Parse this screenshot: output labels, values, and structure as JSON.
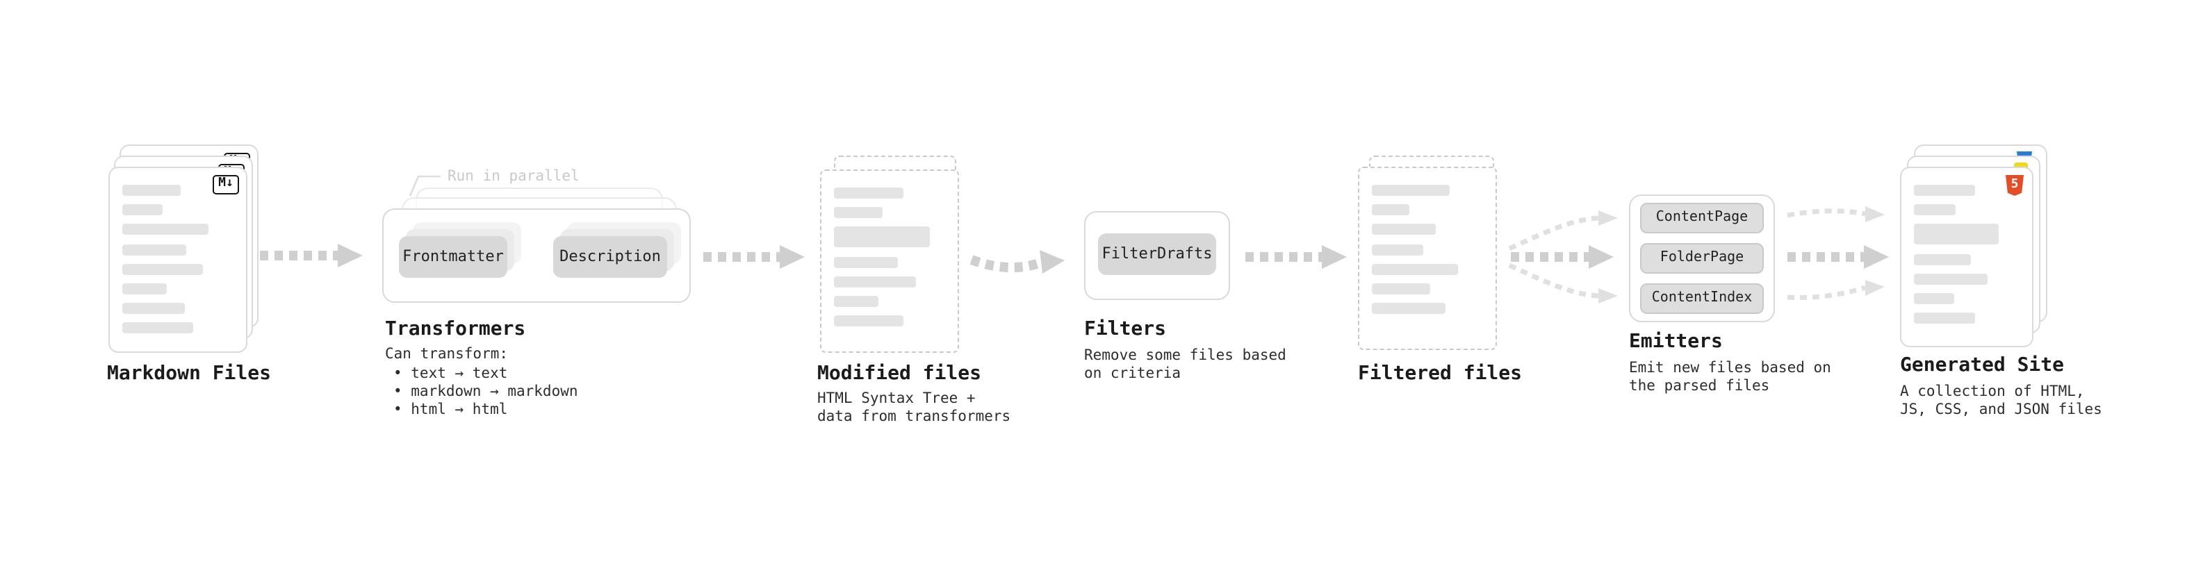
{
  "stages": {
    "markdown_files": {
      "title": "Markdown Files"
    },
    "transformers": {
      "title": "Transformers",
      "note": "Run in parallel",
      "step1": "Frontmatter",
      "step2": "Description",
      "desc_heading": "Can transform:",
      "bullets": [
        "• text → text",
        "• markdown → markdown",
        "• html → html"
      ]
    },
    "modified_files": {
      "title": "Modified files",
      "desc": [
        "HTML Syntax Tree +",
        "data from transformers"
      ]
    },
    "filters": {
      "title": "Filters",
      "box": "FilterDrafts",
      "desc": [
        "Remove some files based",
        "on criteria"
      ]
    },
    "filtered_files": {
      "title": "Filtered files"
    },
    "emitters": {
      "title": "Emitters",
      "boxes": [
        "ContentPage",
        "FolderPage",
        "ContentIndex"
      ],
      "desc": [
        "Emit new files based on",
        "the parsed files"
      ]
    },
    "generated_site": {
      "title": "Generated Site",
      "desc": [
        "A collection of HTML,",
        "JS, CSS, and JSON files"
      ]
    }
  },
  "icons": {
    "markdown_label": "M↓",
    "html5_label": "5"
  },
  "colors": {
    "arrow": "#cfcfcf",
    "chip_bg": "#d8d8d8",
    "card_border": "#dadada",
    "bar": "#e4e4e4",
    "text": "#1b1b1b",
    "muted_note": "#c9c9c9",
    "accent_html5": "#e44d26",
    "accent_css": "#2b7cd3",
    "accent_js": "#efd81d"
  }
}
